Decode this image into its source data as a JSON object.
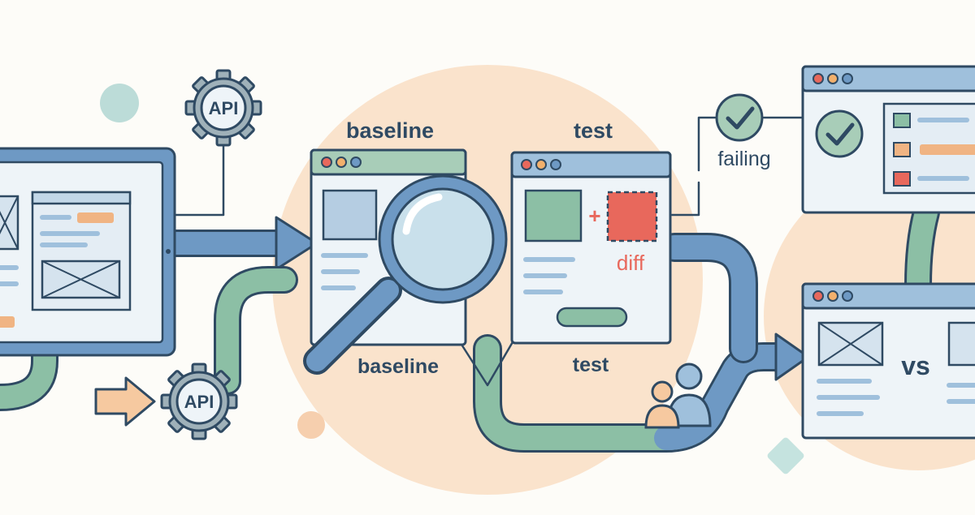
{
  "colors": {
    "outline": "#2f4a63",
    "panel_bg": "#eef4f8",
    "titlebar_blue": "#9fc0dc",
    "titlebar_green": "#a8cdb8",
    "pipe_blue": "#6e99c4",
    "pipe_green": "#8cbfa5",
    "bg_circle": "#fae3cc",
    "accent_orange": "#f0b483",
    "diff_red": "#e8685c",
    "check_green": "#6aa488",
    "gear_grey": "#9fb1b9",
    "dot_red": "#e8685c",
    "dot_orange": "#f2b06c",
    "dot_blue": "#6e99c4"
  },
  "labels": {
    "api_top": "API",
    "api_bottom": "API",
    "baseline_top": "baseline",
    "baseline_bottom": "baseline",
    "test_top": "test",
    "test_bottom": "test",
    "diff": "diff",
    "plus": "+",
    "failing": "failing",
    "vs": "vs"
  },
  "icons": [
    "gear-icon",
    "magnifier-icon",
    "checkmark-icon",
    "users-icon",
    "arrow-icon",
    "image-placeholder-icon"
  ]
}
